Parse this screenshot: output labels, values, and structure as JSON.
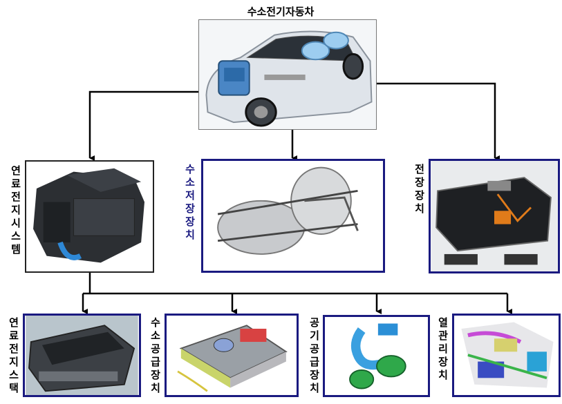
{
  "title": "수소전기자동차",
  "nodes": {
    "fuel_cell_system": "연료전지시스템",
    "hydrogen_storage": "수소저장장치",
    "electric_device": "전장장치",
    "fuel_cell_stack": "연료전지 스택",
    "hydrogen_supply": "수소공급장치",
    "air_supply": "공기공급장치",
    "thermal_mgmt": "열관리장치"
  },
  "colors": {
    "accent_border": "#1a1a80",
    "connector": "#000000",
    "blue_label": "#1a1a80"
  }
}
